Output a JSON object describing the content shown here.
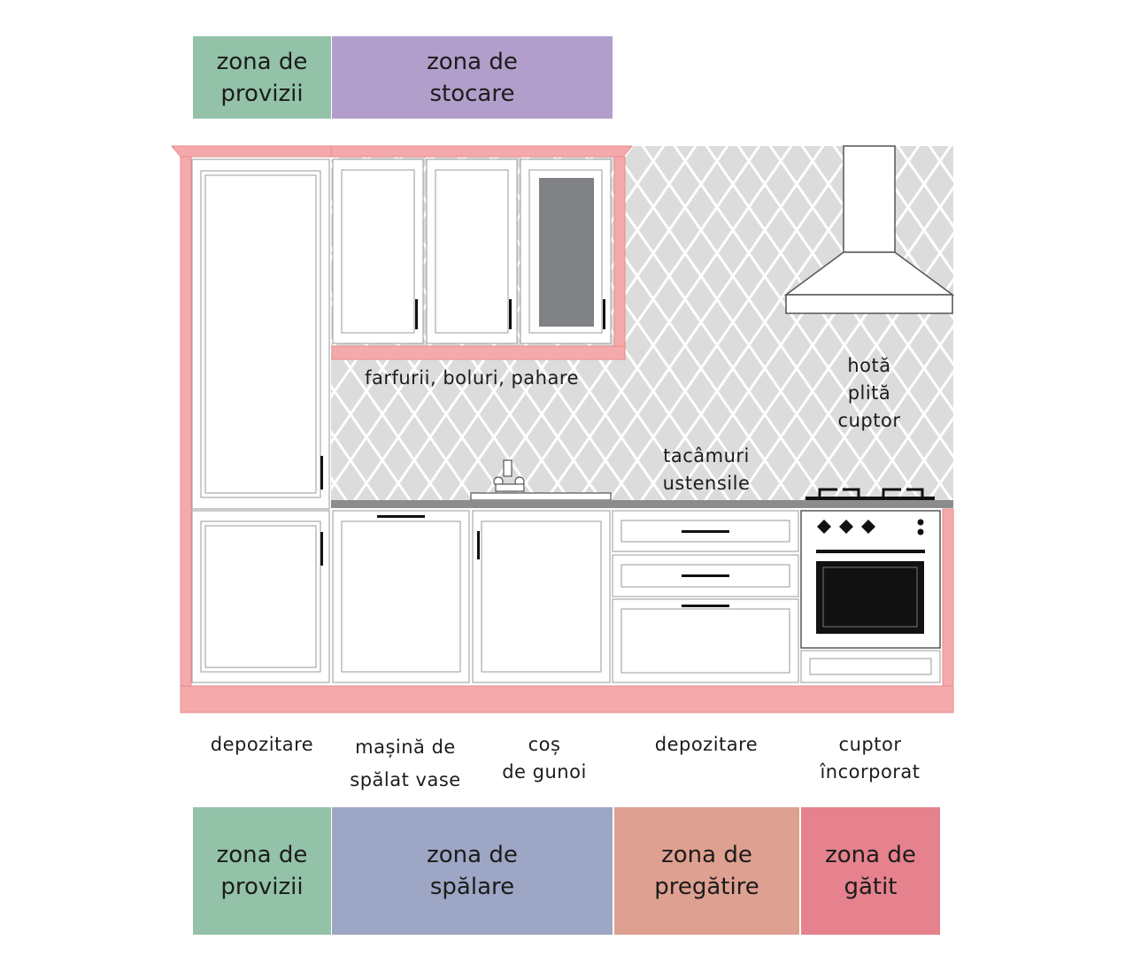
{
  "top_zones": [
    {
      "line1": "zona de",
      "line2": "provizii",
      "color": "#93c2a9"
    },
    {
      "line1": "zona de",
      "line2": "stocare",
      "color": "#b19ecb"
    }
  ],
  "bottom_zones": [
    {
      "line1": "zona de",
      "line2": "provizii",
      "color": "#93c2a9"
    },
    {
      "line1": "zona de",
      "line2": "spălare",
      "color": "#9da6c4"
    },
    {
      "line1": "zona de",
      "line2": "pregătire",
      "color": "#dea090"
    },
    {
      "line1": "zona de",
      "line2": "gătit",
      "color": "#e5828d"
    }
  ],
  "labels": {
    "upper_cabinets": "farfurii, boluri, pahare",
    "hood_1": "hotă",
    "hood_2": "plită",
    "hood_3": "cuptor",
    "drawers_1": "tacâmuri",
    "drawers_2": "ustensile"
  },
  "base_labels": [
    {
      "line1": "depozitare",
      "line2": ""
    },
    {
      "line1": "mașină de",
      "line2": "spălat vase"
    },
    {
      "line1": "coș",
      "line2": "de gunoi"
    },
    {
      "line1": "depozitare",
      "line2": ""
    },
    {
      "line1": "cuptor",
      "line2": "încorporat"
    }
  ],
  "colors": {
    "frame_pink": "#f6a9ab",
    "frame_stroke": "#e48a8f",
    "backsplash": "#dcdcdc",
    "countertop": "#8c8c8c",
    "glass": "#808185",
    "cabinet_line": "#9a9a9a"
  }
}
